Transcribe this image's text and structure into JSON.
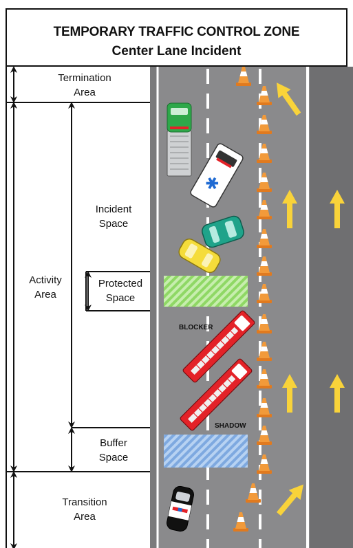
{
  "title": {
    "line1": "TEMPORARY TRAFFIC CONTROL ZONE",
    "line2": "Center Lane Incident"
  },
  "areas": {
    "termination": [
      "Termination",
      "Area"
    ],
    "activity": [
      "Activity",
      "Area"
    ],
    "incident_space": [
      "Incident",
      "Space"
    ],
    "protected_space": [
      "Protected",
      "Space"
    ],
    "buffer_space": [
      "Buffer",
      "Space"
    ],
    "transition": [
      "Transition",
      "Area"
    ]
  },
  "vehicle_labels": {
    "blocker": "BLOCKER",
    "shadow": "SHADOW"
  },
  "colors": {
    "road": "#8a8a8c",
    "right_lane": "#6f6f71",
    "arrow": "#f9d33a",
    "cone": "#f29a3a",
    "protected_zone": "#9fe07a",
    "buffer_zone": "#8fb7e6",
    "fire_truck": "#e32228",
    "ambulance": "#ffffff",
    "green_truck": "#2ea84a",
    "teal_car": "#1fa38a",
    "yellow_car": "#f5dc3a",
    "police_car": "#111111"
  },
  "icons": [
    "traffic-cone-icon",
    "arrow-up-icon",
    "arrow-diagonal-icon",
    "ambulance-icon",
    "fire-truck-icon",
    "tow-truck-icon",
    "police-car-icon",
    "car-icon"
  ]
}
